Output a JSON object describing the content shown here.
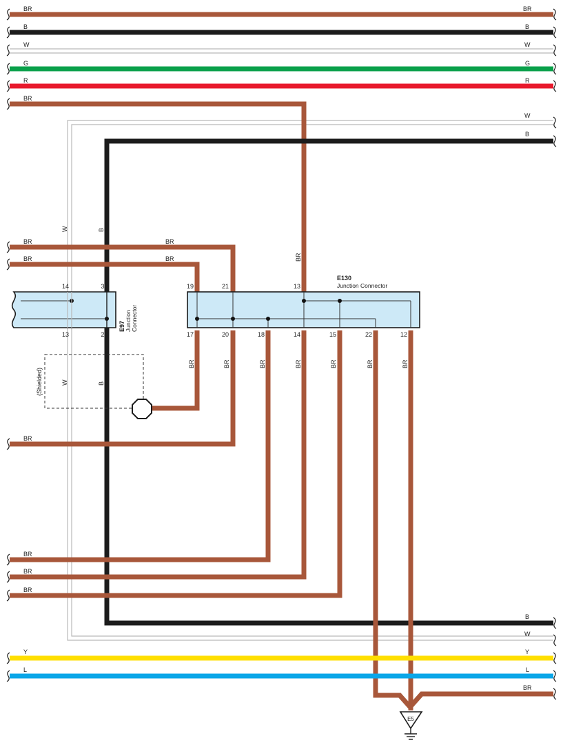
{
  "colors": {
    "BR": "#a8573a",
    "B": "#1c1c1c",
    "W": "#b9b9b9",
    "G": "#0aa04a",
    "R": "#e8192c",
    "Y": "#ffdf00",
    "L": "#0aa6e8",
    "connector_fill": "#cde9f7"
  },
  "wire_codes": {
    "br": "BR",
    "b": "B",
    "w": "W",
    "g": "G",
    "r": "R",
    "y": "Y",
    "l": "L"
  },
  "connectors": {
    "e97": {
      "id": "E97",
      "line1": "Junction",
      "line2": "Connector",
      "pins_top": [
        "14",
        "3"
      ],
      "pins_bottom": [
        "13",
        "2"
      ]
    },
    "e130": {
      "id": "E130",
      "name": "Junction Connector",
      "pins_top": [
        "19",
        "21",
        "13"
      ],
      "pins_bottom": [
        "17",
        "20",
        "18",
        "14",
        "15",
        "22",
        "12"
      ]
    }
  },
  "shield_label": "(Shielded)",
  "ground": {
    "id": "E5"
  }
}
